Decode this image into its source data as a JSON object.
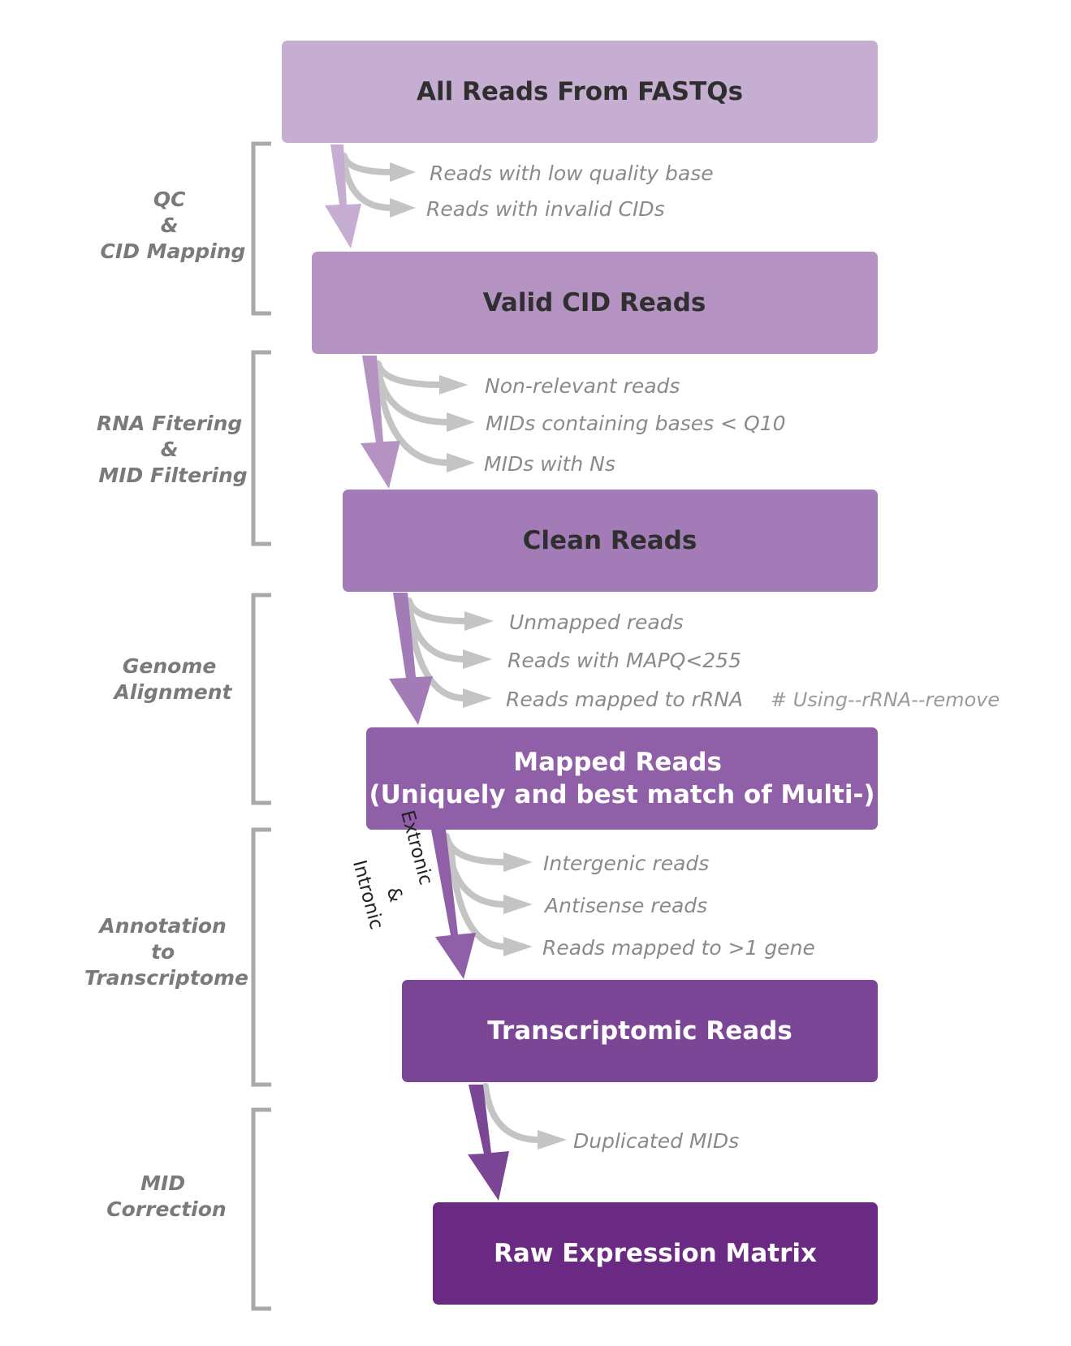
{
  "colors": {
    "box1": "#c6aed2",
    "box2": "#b493c2",
    "box3": "#a37cb7",
    "box4": "#8f5fa8",
    "box5": "#7b4696",
    "box6": "#6a2a84",
    "filter_arrow": "#c4c4c4",
    "bracket": "#a9a9a9",
    "text_dark": "#2f2f2f",
    "text_light": "#ffffff"
  },
  "boxes": [
    {
      "lines": [
        "All Reads From FASTQs"
      ]
    },
    {
      "lines": [
        "Valid CID Reads"
      ]
    },
    {
      "lines": [
        "Clean Reads"
      ]
    },
    {
      "lines": [
        "Mapped Reads",
        "(Uniquely and best match of Multi-)"
      ]
    },
    {
      "lines": [
        "Transcriptomic Reads"
      ]
    },
    {
      "lines": [
        "Raw Expression Matrix"
      ]
    }
  ],
  "stages": [
    {
      "label_lines": [
        "QC",
        "&",
        "CID Mapping"
      ]
    },
    {
      "label_lines": [
        "RNA Fitering",
        "&",
        "MID Filtering"
      ]
    },
    {
      "label_lines": [
        "Genome",
        "Alignment"
      ]
    },
    {
      "label_lines": [
        "Annotation",
        "to",
        "Transcriptome"
      ]
    },
    {
      "label_lines": [
        "MID",
        "Correction"
      ]
    }
  ],
  "filters": [
    [
      "Reads with low quality base",
      "Reads with invalid CIDs"
    ],
    [
      "Non-relevant reads",
      "MIDs containing bases < Q10",
      "MIDs with Ns"
    ],
    [
      "Unmapped reads",
      "Reads with MAPQ<255",
      "Reads mapped to rRNA"
    ],
    [
      "Intergenic reads",
      "Antisense reads",
      "Reads mapped to >1 gene"
    ],
    [
      "Duplicated MIDs"
    ]
  ],
  "notes": {
    "rrna_option": "# Using--rRNA--remove"
  },
  "rotated_labels": {
    "extronic": "Extronic",
    "ampersand": "&",
    "intronic": "Intronic"
  }
}
